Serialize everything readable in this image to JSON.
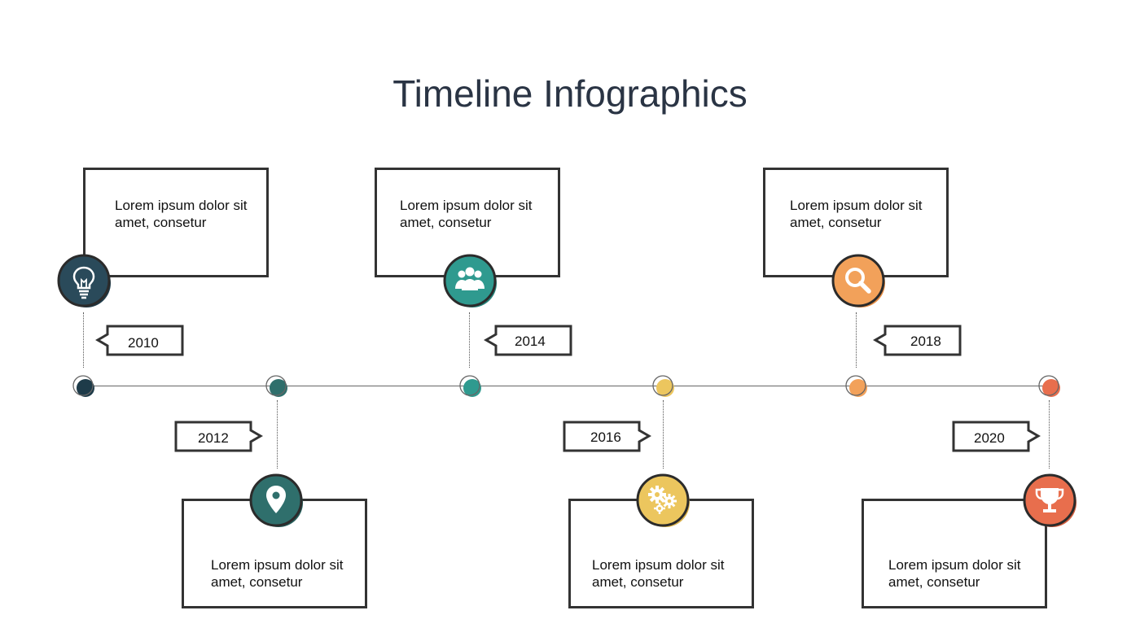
{
  "title": "Timeline Infographics",
  "milestones": [
    {
      "year": "2010",
      "text1": "Lorem ipsum dolor sit",
      "text2": "amet, consetur",
      "icon": "lightbulb-icon",
      "color": "#2a4a5a"
    },
    {
      "year": "2012",
      "text1": "Lorem ipsum dolor sit",
      "text2": "amet, consetur",
      "icon": "location-pin-icon",
      "color": "#2f6f6c"
    },
    {
      "year": "2014",
      "text1": "Lorem ipsum dolor sit",
      "text2": "amet, consetur",
      "icon": "people-icon",
      "color": "#2f9a8f"
    },
    {
      "year": "2016",
      "text1": "Lorem ipsum dolor sit",
      "text2": "amet, consetur",
      "icon": "gears-icon",
      "color": "#ecc65e"
    },
    {
      "year": "2018",
      "text1": "Lorem ipsum dolor sit",
      "text2": "amet, consetur",
      "icon": "magnifier-icon",
      "color": "#f2a15a"
    },
    {
      "year": "2020",
      "text1": "Lorem ipsum dolor sit",
      "text2": "amet, consetur",
      "icon": "trophy-icon",
      "color": "#e86e4d"
    }
  ]
}
